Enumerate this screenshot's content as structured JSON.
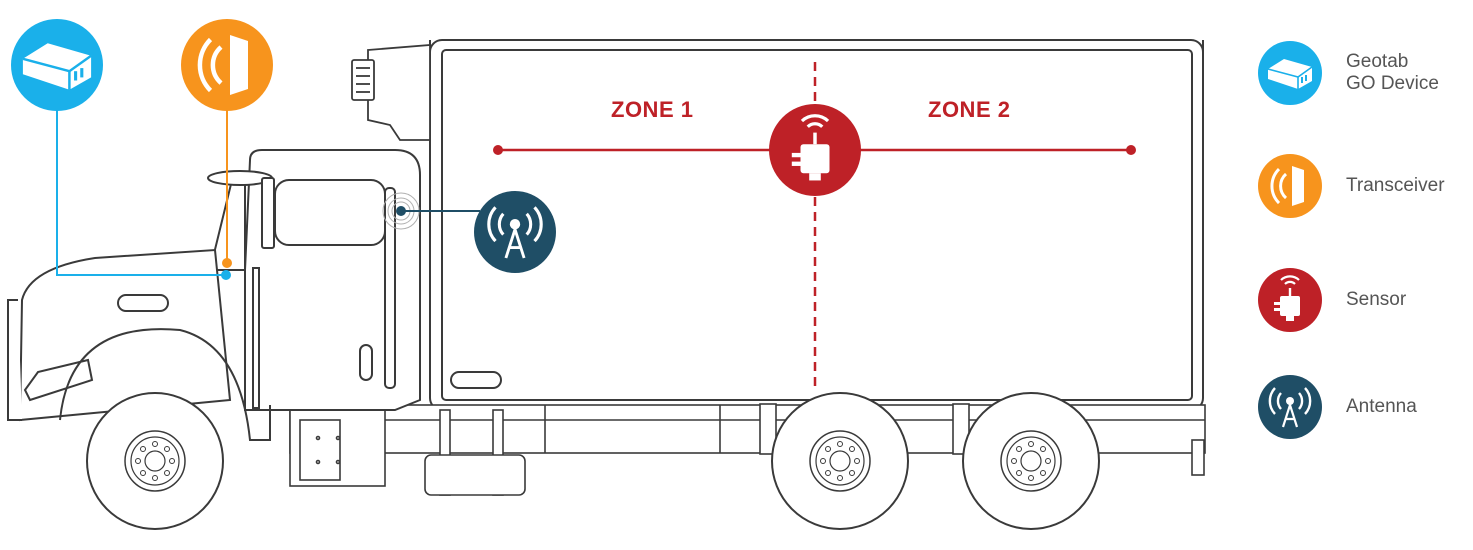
{
  "zones": {
    "zone1_label": "ZONE 1",
    "zone2_label": "ZONE 2"
  },
  "legend": [
    {
      "lines": [
        "Geotab",
        "GO Device"
      ],
      "icon": "go-device-icon",
      "color": "#1ab0ea"
    },
    {
      "lines": [
        "Transceiver"
      ],
      "icon": "transceiver-icon",
      "color": "#f7941d"
    },
    {
      "lines": [
        "Sensor"
      ],
      "icon": "sensor-icon",
      "color": "#be2127"
    },
    {
      "lines": [
        "Antenna"
      ],
      "icon": "antenna-icon",
      "color": "#1f4e66"
    }
  ],
  "colors": {
    "go_device": "#1ab0ea",
    "transceiver": "#f7941d",
    "sensor": "#be2127",
    "antenna": "#1f4e66",
    "truck_outline": "#3a3a3a"
  }
}
